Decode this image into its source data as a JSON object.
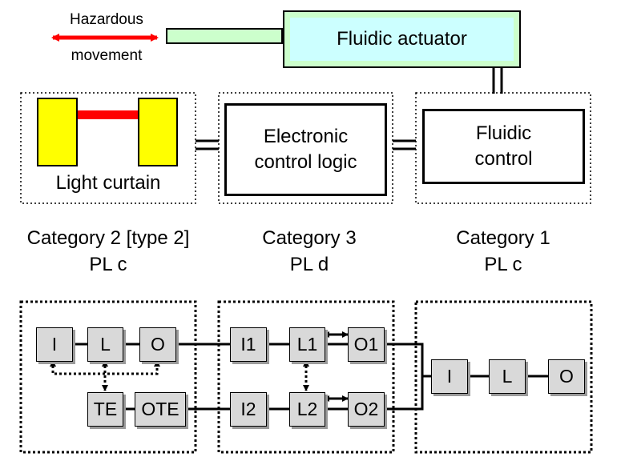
{
  "top": {
    "hazard_line1": "Hazardous",
    "hazard_line2": "movement",
    "actuator_label": "Fluidic actuator",
    "light_curtain_label": "Light curtain",
    "ecl_label": "Electronic control logic",
    "fluidic_control_label": "Fluidic control"
  },
  "categories": [
    {
      "line1": "Category 2 [type 2]",
      "line2": "PL c"
    },
    {
      "line1": "Category 3",
      "line2": "PL d"
    },
    {
      "line1": "Category 1",
      "line2": "PL c"
    }
  ],
  "blocks": {
    "cat2": {
      "i": "I",
      "l": "L",
      "o": "O",
      "te": "TE",
      "ote": "OTE"
    },
    "cat3": {
      "i1": "I1",
      "l1": "L1",
      "o1": "O1",
      "i2": "I2",
      "l2": "L2",
      "o2": "O2"
    },
    "cat1": {
      "i": "I",
      "l": "L",
      "o": "O"
    }
  },
  "colors": {
    "actuator_fill": "#ccffff",
    "actuator_border": "#ccffcc",
    "rod_fill": "#ccffcc",
    "curtain_fill": "#ffff00",
    "beam": "#ff0000",
    "arrow": "#ff0000",
    "block_fill": "#d9d9d9",
    "block_shadow": "#9a9a9a"
  }
}
